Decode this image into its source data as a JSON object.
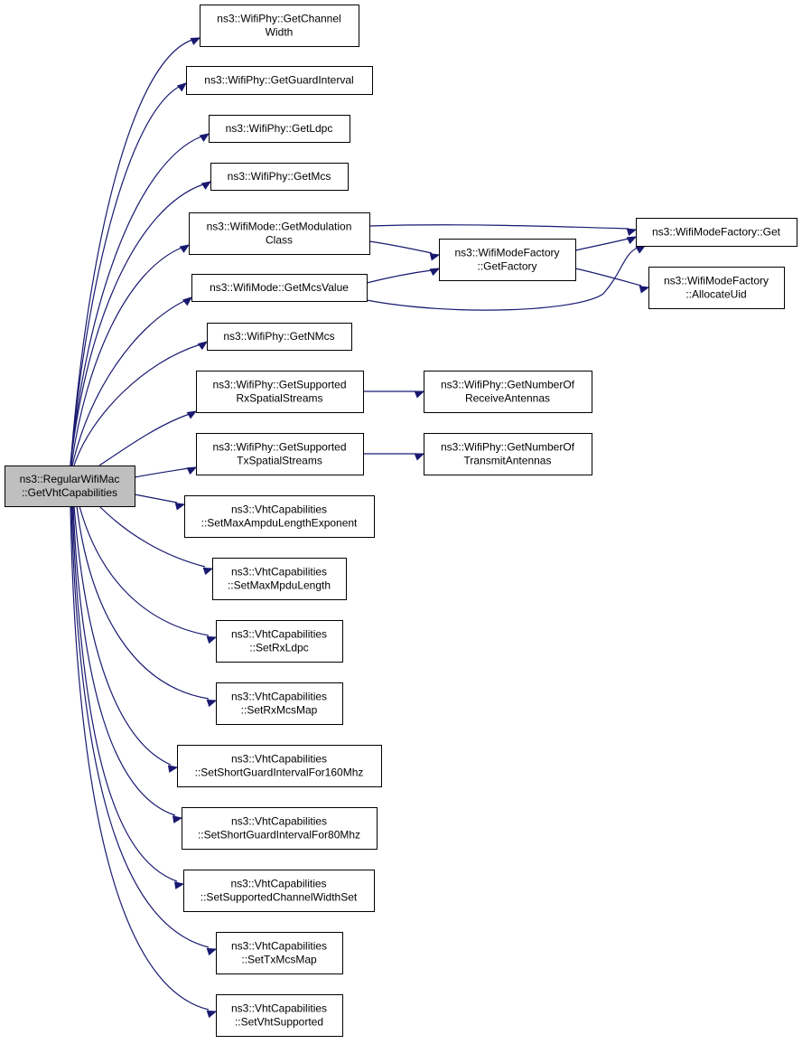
{
  "nodes": [
    {
      "id": "root",
      "lines": [
        "ns3::RegularWifiMac",
        "::GetVhtCapabilities"
      ],
      "root": true
    },
    {
      "id": "get-channel-width",
      "lines": [
        "ns3::WifiPhy::GetChannel",
        "Width"
      ]
    },
    {
      "id": "get-guard-interval",
      "lines": [
        "ns3::WifiPhy::GetGuardInterval"
      ]
    },
    {
      "id": "get-ldpc",
      "lines": [
        "ns3::WifiPhy::GetLdpc"
      ]
    },
    {
      "id": "get-mcs",
      "lines": [
        "ns3::WifiPhy::GetMcs"
      ]
    },
    {
      "id": "get-modulation-class",
      "lines": [
        "ns3::WifiMode::GetModulation",
        "Class"
      ]
    },
    {
      "id": "get-mcs-value",
      "lines": [
        "ns3::WifiMode::GetMcsValue"
      ]
    },
    {
      "id": "get-nmcs",
      "lines": [
        "ns3::WifiPhy::GetNMcs"
      ]
    },
    {
      "id": "get-supported-rx",
      "lines": [
        "ns3::WifiPhy::GetSupported",
        "RxSpatialStreams"
      ]
    },
    {
      "id": "get-supported-tx",
      "lines": [
        "ns3::WifiPhy::GetSupported",
        "TxSpatialStreams"
      ]
    },
    {
      "id": "set-max-ampdu",
      "lines": [
        "ns3::VhtCapabilities",
        "::SetMaxAmpduLengthExponent"
      ]
    },
    {
      "id": "set-max-mpdu",
      "lines": [
        "ns3::VhtCapabilities",
        "::SetMaxMpduLength"
      ]
    },
    {
      "id": "set-rx-ldpc",
      "lines": [
        "ns3::VhtCapabilities",
        "::SetRxLdpc"
      ]
    },
    {
      "id": "set-rx-mcs-map",
      "lines": [
        "ns3::VhtCapabilities",
        "::SetRxMcsMap"
      ]
    },
    {
      "id": "set-sgi-160",
      "lines": [
        "ns3::VhtCapabilities",
        "::SetShortGuardIntervalFor160Mhz"
      ]
    },
    {
      "id": "set-sgi-80",
      "lines": [
        "ns3::VhtCapabilities",
        "::SetShortGuardIntervalFor80Mhz"
      ]
    },
    {
      "id": "set-channel-width-set",
      "lines": [
        "ns3::VhtCapabilities",
        "::SetSupportedChannelWidthSet"
      ]
    },
    {
      "id": "set-tx-mcs-map",
      "lines": [
        "ns3::VhtCapabilities",
        "::SetTxMcsMap"
      ]
    },
    {
      "id": "set-vht-supported",
      "lines": [
        "ns3::VhtCapabilities",
        "::SetVhtSupported"
      ]
    },
    {
      "id": "mode-factory-get-factory",
      "lines": [
        "ns3::WifiModeFactory",
        "::GetFactory"
      ]
    },
    {
      "id": "mode-factory-get",
      "lines": [
        "ns3::WifiModeFactory::Get"
      ]
    },
    {
      "id": "mode-factory-allocate-uid",
      "lines": [
        "ns3::WifiModeFactory",
        "::AllocateUid"
      ]
    },
    {
      "id": "get-receive-antennas",
      "lines": [
        "ns3::WifiPhy::GetNumberOf",
        "ReceiveAntennas"
      ]
    },
    {
      "id": "get-transmit-antennas",
      "lines": [
        "ns3::WifiPhy::GetNumberOf",
        "TransmitAntennas"
      ]
    }
  ],
  "edges": [
    {
      "from": "root",
      "to": "get-channel-width"
    },
    {
      "from": "root",
      "to": "get-guard-interval"
    },
    {
      "from": "root",
      "to": "get-ldpc"
    },
    {
      "from": "root",
      "to": "get-mcs"
    },
    {
      "from": "root",
      "to": "get-modulation-class"
    },
    {
      "from": "root",
      "to": "get-mcs-value"
    },
    {
      "from": "root",
      "to": "get-nmcs"
    },
    {
      "from": "root",
      "to": "get-supported-rx"
    },
    {
      "from": "root",
      "to": "get-supported-tx"
    },
    {
      "from": "root",
      "to": "set-max-ampdu"
    },
    {
      "from": "root",
      "to": "set-max-mpdu"
    },
    {
      "from": "root",
      "to": "set-rx-ldpc"
    },
    {
      "from": "root",
      "to": "set-rx-mcs-map"
    },
    {
      "from": "root",
      "to": "set-sgi-160"
    },
    {
      "from": "root",
      "to": "set-sgi-80"
    },
    {
      "from": "root",
      "to": "set-channel-width-set"
    },
    {
      "from": "root",
      "to": "set-tx-mcs-map"
    },
    {
      "from": "root",
      "to": "set-vht-supported"
    },
    {
      "from": "get-modulation-class",
      "to": "mode-factory-get"
    },
    {
      "from": "get-modulation-class",
      "to": "mode-factory-get-factory"
    },
    {
      "from": "get-mcs-value",
      "to": "mode-factory-get-factory"
    },
    {
      "from": "get-mcs-value",
      "to": "mode-factory-get"
    },
    {
      "from": "mode-factory-get-factory",
      "to": "mode-factory-get"
    },
    {
      "from": "mode-factory-get-factory",
      "to": "mode-factory-allocate-uid"
    },
    {
      "from": "get-supported-rx",
      "to": "get-receive-antennas"
    },
    {
      "from": "get-supported-tx",
      "to": "get-transmit-antennas"
    }
  ],
  "colors": {
    "edge": "#191970",
    "root_fill": "#bfbfbf",
    "node_fill": "#ffffff",
    "border": "#000000"
  }
}
